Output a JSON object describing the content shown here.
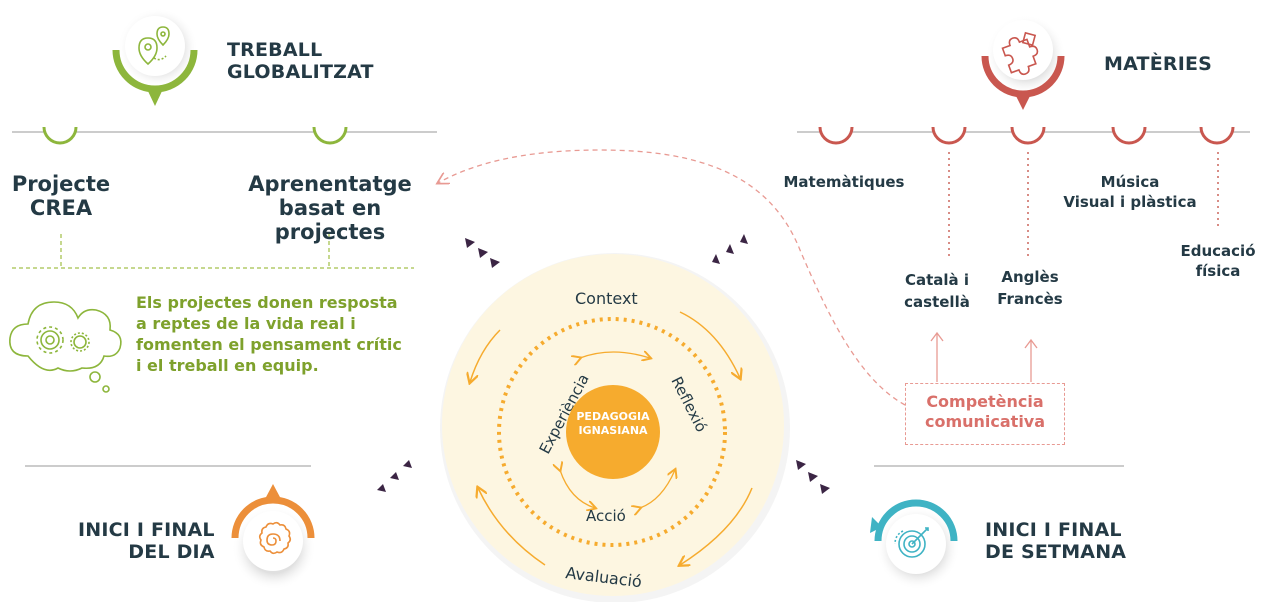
{
  "sections": {
    "treball": {
      "title_l1": "TREBALL",
      "title_l2": "GLOBALITZAT",
      "color": "#8db63c"
    },
    "materies": {
      "title": "MATÈRIES",
      "color": "#c9574f"
    },
    "inici_dia": {
      "title_l1": "INICI I FINAL",
      "title_l2": "DEL DIA",
      "color": "#ec8f3a"
    },
    "inici_setmana": {
      "title_l1": "INICI I FINAL",
      "title_l2": "DE SETMANA",
      "color": "#3fb3c4"
    }
  },
  "treball_items": {
    "crea_l1": "Projecte",
    "crea_l2": "CREA",
    "abp_l1": "Aprenentatge",
    "abp_l2": "basat en projectes"
  },
  "cloud_text": {
    "l1": "Els projectes donen resposta",
    "l2": "a reptes de la vida real i",
    "l3": "fomenten el pensament crític",
    "l4": "i el treball en equip."
  },
  "subjects": {
    "matematiques": "Matemàtiques",
    "musica_l1": "Música",
    "musica_l2": "Visual i plàstica",
    "educacio_l1": "Educació",
    "educacio_l2": "física",
    "catala_l1": "Català i",
    "catala_l2": "castellà",
    "angles_l1": "Anglès",
    "angles_l2": "Francès"
  },
  "competencia": {
    "l1": "Competència",
    "l2": "comunicativa"
  },
  "cycle": {
    "center_l1": "PEDAGOGIA",
    "center_l2": "IGNASIANA",
    "context": "Context",
    "experiencia": "Experiència",
    "reflexio": "Reflexió",
    "accio": "Acció",
    "avaluacio": "Avaluació"
  },
  "colors": {
    "dark_text": "#243a45",
    "green": "#8db63c",
    "red": "#c9574f",
    "orange": "#ec8f3a",
    "teal": "#3fb3c4",
    "cycle_yellow": "#f6ab2e",
    "cycle_bg": "#fdf6e1",
    "arrow_purple": "#3b2544"
  },
  "icons": {
    "treball": "map-pin-icon",
    "materies": "puzzle-icon",
    "inici_dia": "spiral-icon",
    "inici_setmana": "target-icon",
    "cloud": "cloud-gears-icon"
  }
}
